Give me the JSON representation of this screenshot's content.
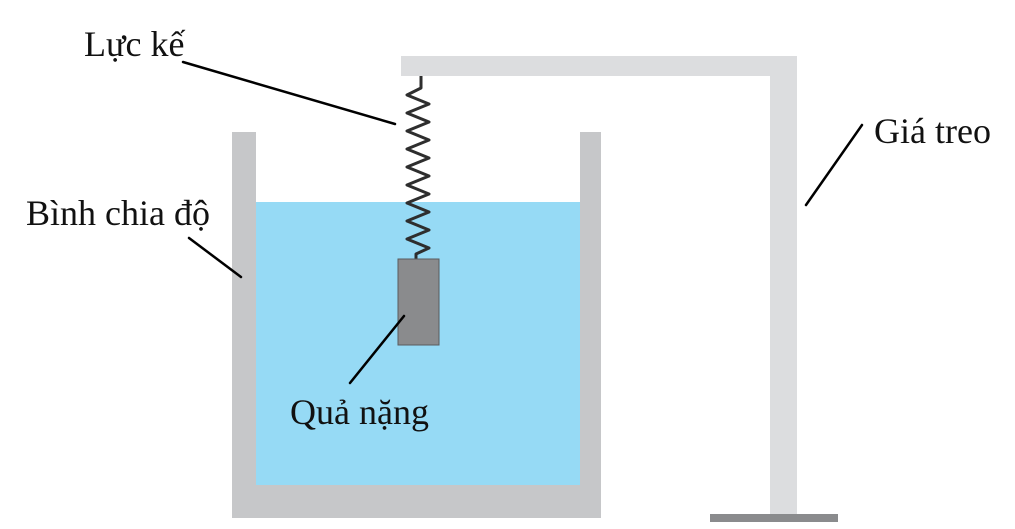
{
  "labels": {
    "spring_scale": "Lực kế",
    "graduated_cylinder": "Bình chia độ",
    "stand": "Giá treo",
    "weight": "Quả nặng"
  },
  "colors": {
    "background": "#ffffff",
    "container_wall": "#c6c7c9",
    "water": "#96daf5",
    "stand": "#dcdddf",
    "stand_base": "#8a8b8d",
    "weight": "#8a8b8d",
    "weight_border": "#5a5b5d",
    "spring": "#2e2e2e",
    "leader_line": "#000000",
    "text": "#111111"
  }
}
